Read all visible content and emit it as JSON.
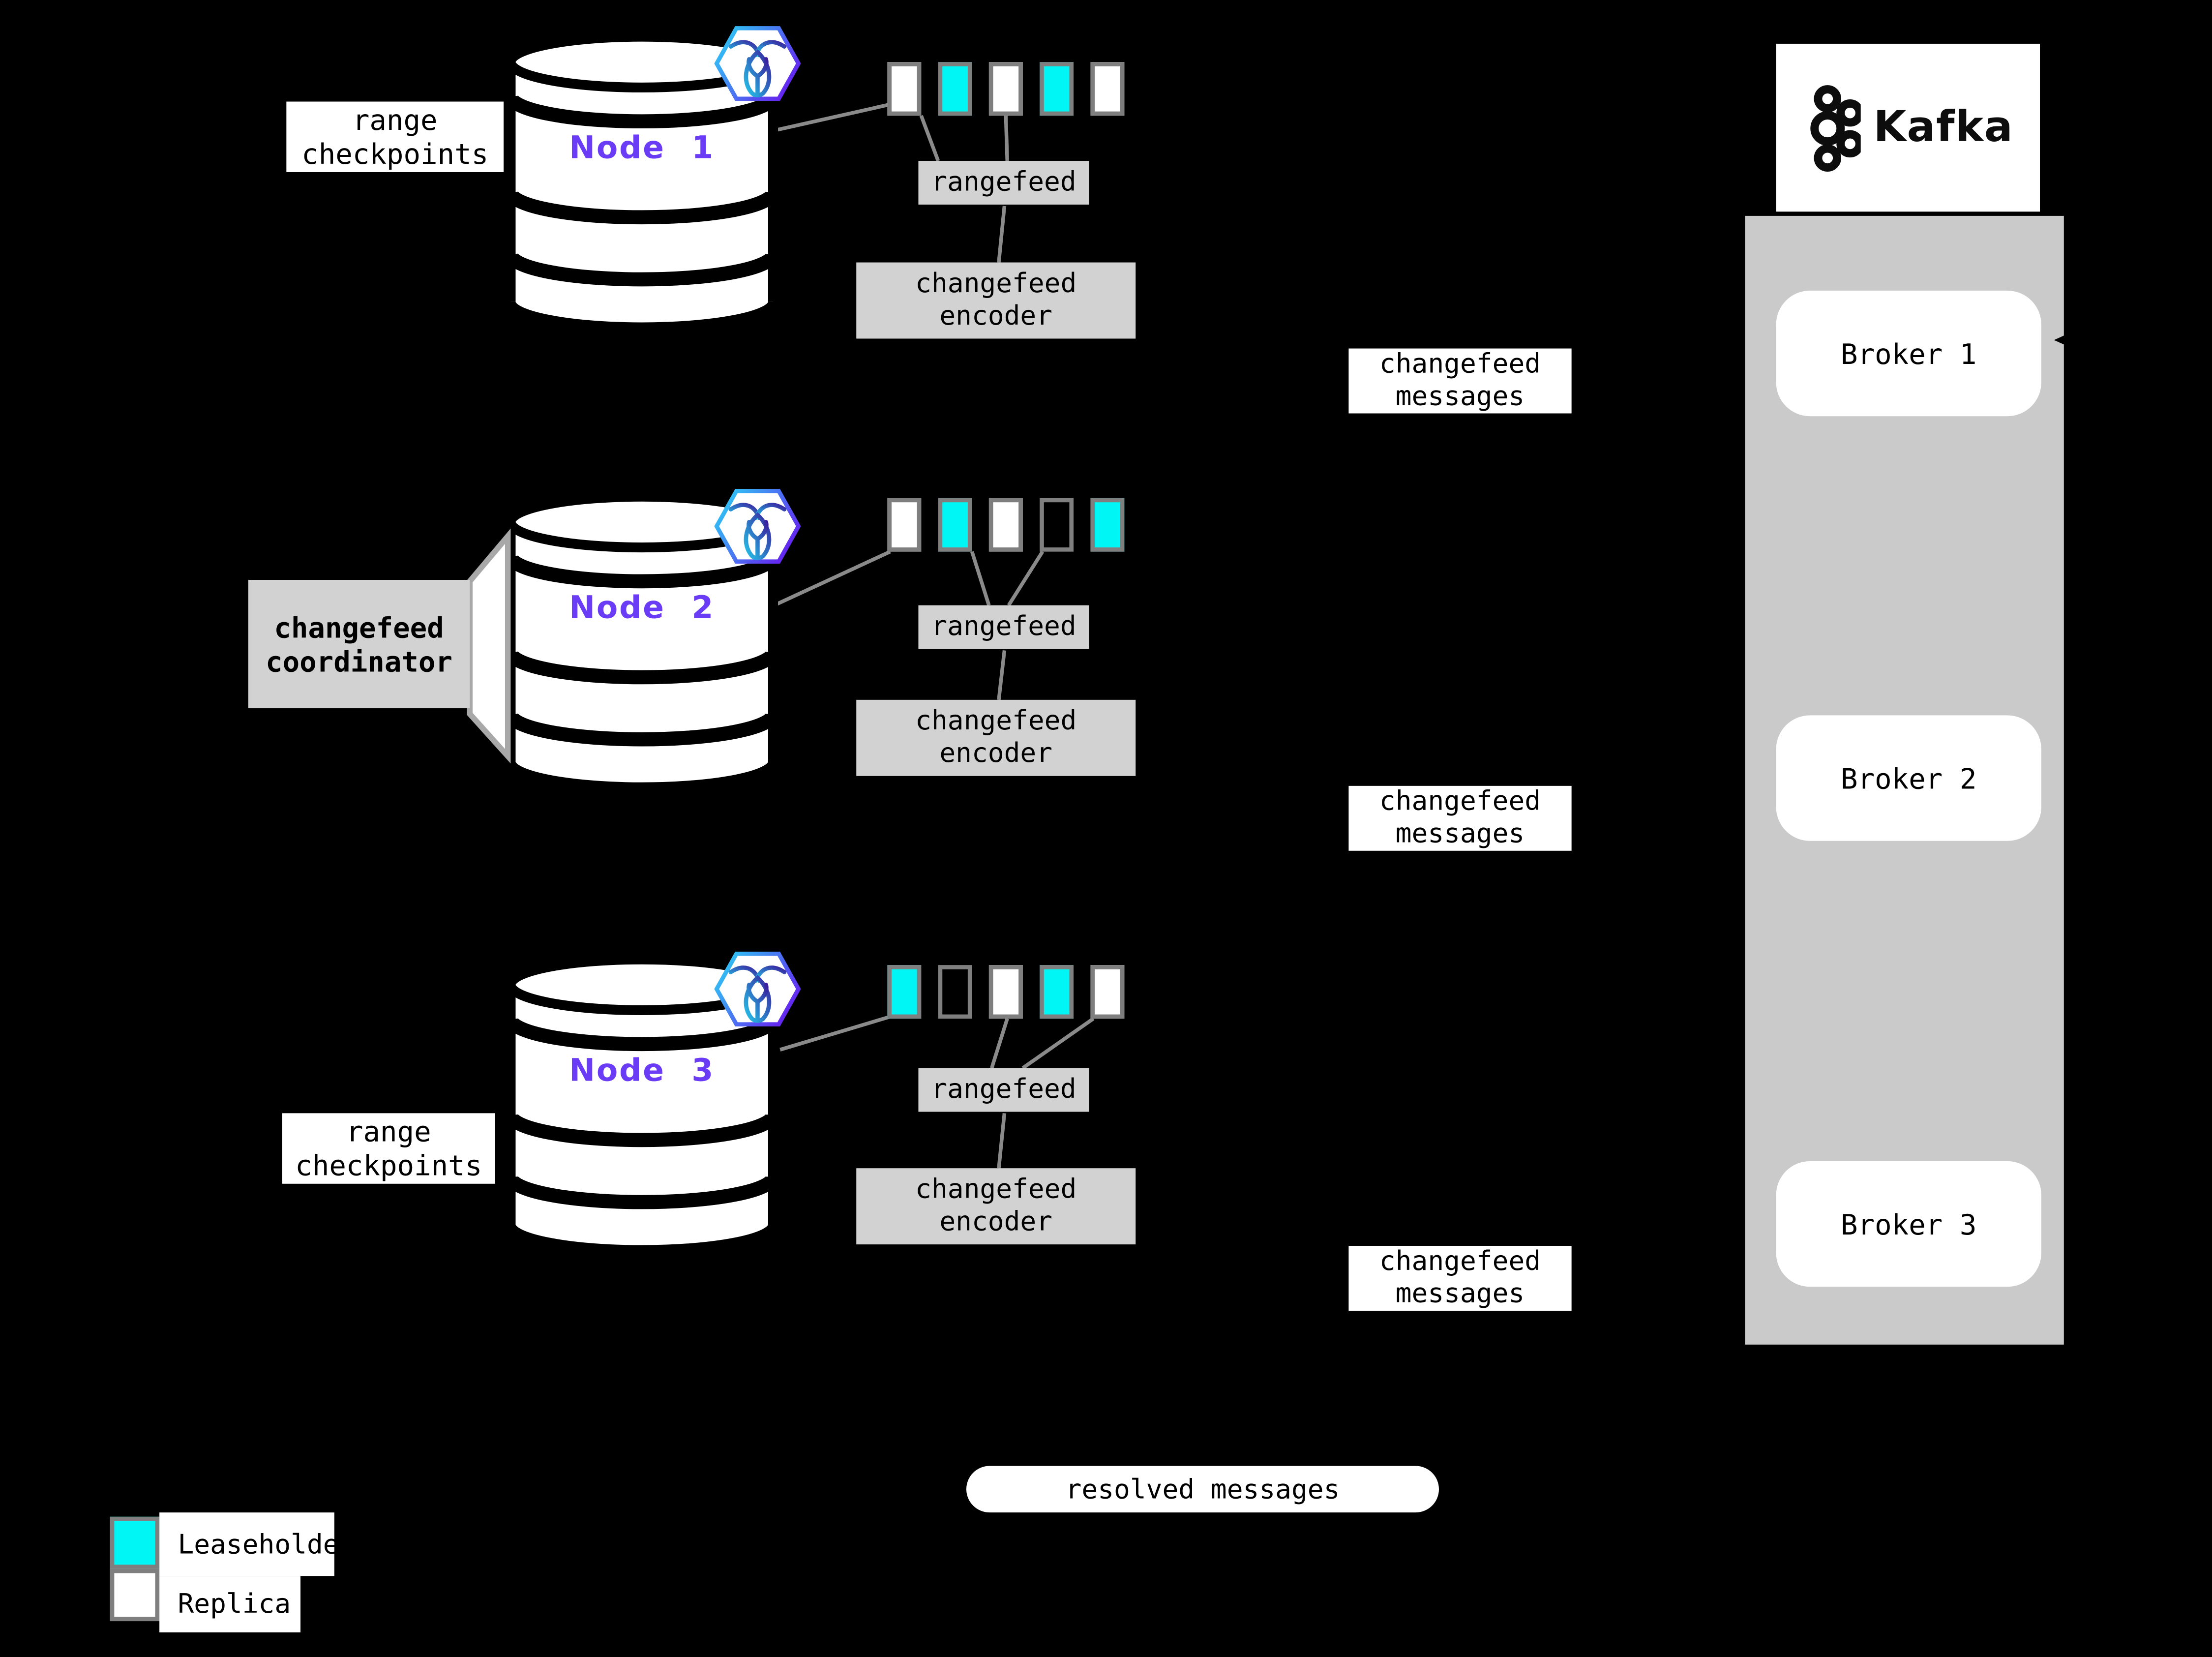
{
  "colors": {
    "background": "#000000",
    "leaseholder": "#00F5F5",
    "replica": "#FFFFFF",
    "box_gray": "#D2D2D2",
    "column_gray": "#CACACA",
    "outline_gray": "#7F7F7F",
    "connector_gray": "#8A8A8A",
    "node_label_purple": "#6B3CF5"
  },
  "labels": {
    "range_checkpoints_line1": "range",
    "range_checkpoints_line2": "checkpoints",
    "rangefeed": "rangefeed",
    "encoder_line1": "changefeed",
    "encoder_line2": "encoder",
    "messages_line1": "changefeed",
    "messages_line2": "messages",
    "coordinator_line1": "changefeed",
    "coordinator_line2": "coordinator",
    "resolved_messages": "resolved messages"
  },
  "nodes": [
    {
      "label": "Node 1",
      "cells": [
        "#FFFFFF",
        "#00F5F5",
        "#FFFFFF",
        "#00F5F5",
        "#FFFFFF"
      ]
    },
    {
      "label": "Node 2",
      "cells": [
        "#FFFFFF",
        "#00F5F5",
        "#FFFFFF",
        "transparent",
        "#00F5F5"
      ]
    },
    {
      "label": "Node 3",
      "cells": [
        "#00F5F5",
        "transparent",
        "#FFFFFF",
        "#00F5F5",
        "#FFFFFF"
      ]
    }
  ],
  "kafka": {
    "title": "Kafka",
    "brokers": [
      "Broker 1",
      "Broker 2",
      "Broker 3"
    ]
  },
  "legend": {
    "items": [
      {
        "label": "Leaseholder",
        "color": "#00F5F5"
      },
      {
        "label": "Replica",
        "color": "#FFFFFF"
      }
    ]
  }
}
